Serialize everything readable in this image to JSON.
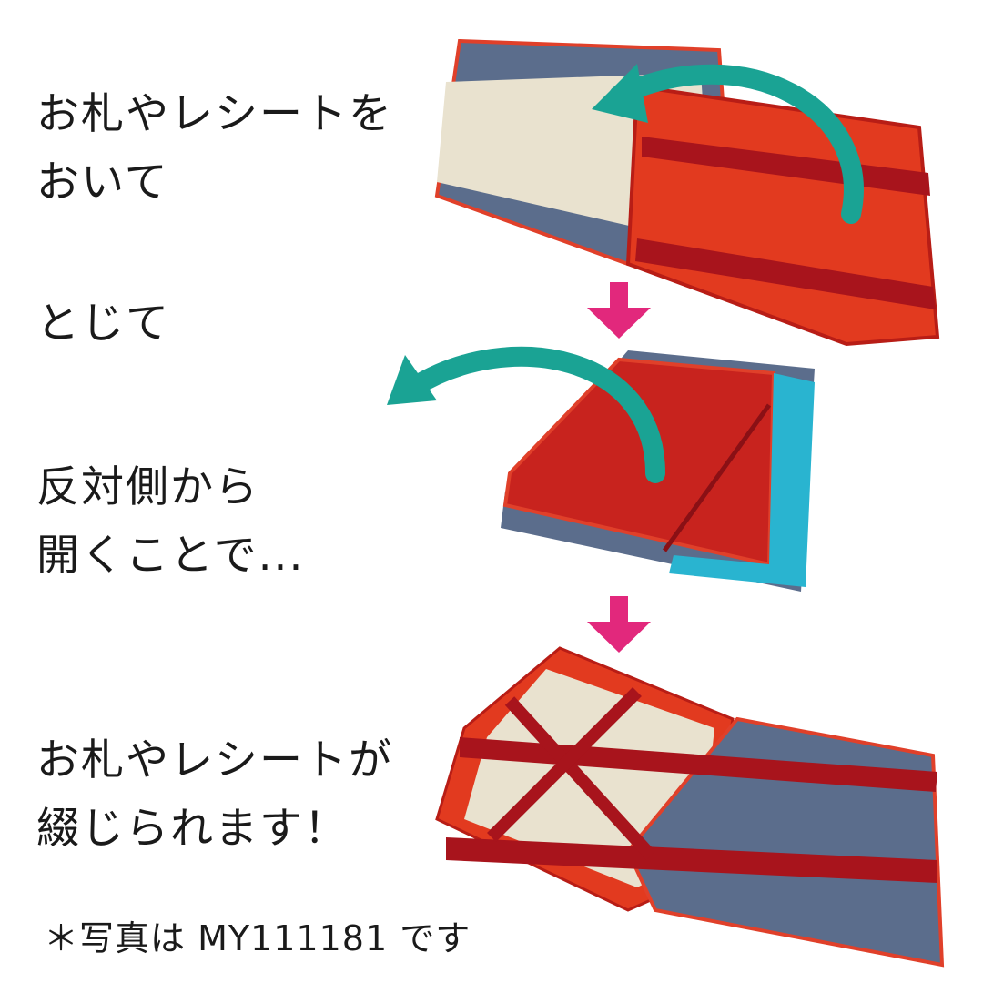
{
  "steps": [
    {
      "lines": [
        "お札やレシートを",
        "おいて"
      ]
    },
    {
      "lines": [
        "とじて"
      ]
    },
    {
      "lines": [
        "反対側から",
        "開くことで..."
      ]
    },
    {
      "lines": [
        "お札やレシートが",
        "綴じられます！"
      ]
    }
  ],
  "footnote": "＊写真は MY111181 です",
  "colors": {
    "teal_arrow": "#1aa394",
    "pink_arrow": "#e2287c",
    "wallet_red": "#d8301f",
    "wallet_blue": "#5b6d8c",
    "band": "#a8141c"
  }
}
